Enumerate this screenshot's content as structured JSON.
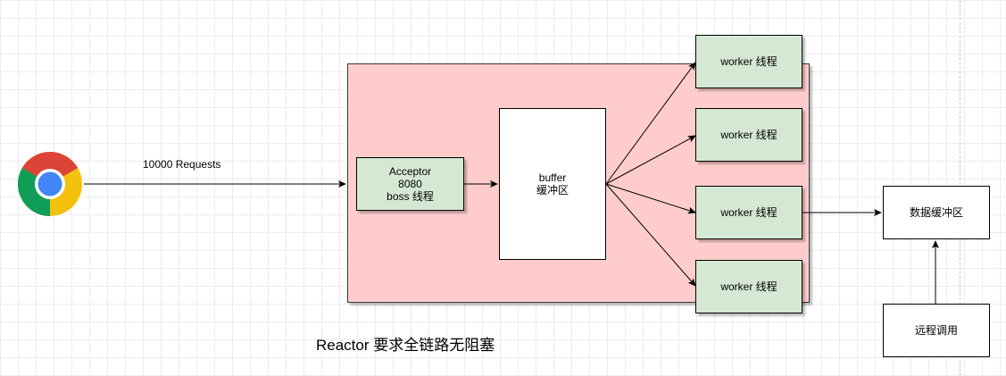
{
  "client": {
    "icon": "chrome-browser-icon",
    "request_label": "10000 Requests"
  },
  "acceptor": {
    "line1": "Acceptor",
    "line2": "8080",
    "line3": "boss 线程"
  },
  "buffer": {
    "line1": "buffer",
    "line2": "缓冲区"
  },
  "workers": [
    {
      "label": "worker 线程"
    },
    {
      "label": "worker 线程"
    },
    {
      "label": "worker 线程"
    },
    {
      "label": "worker 线程"
    }
  ],
  "data_buffer": {
    "label": "数据缓冲区"
  },
  "remote_call": {
    "label": "远程调用"
  },
  "caption": "Reactor 要求全链路无阻塞",
  "colors": {
    "container_fill": "#ffcccc",
    "node_fill": "#d5e8d4",
    "stroke": "#000000",
    "chrome_red": "#db4437",
    "chrome_yellow": "#f4c20d",
    "chrome_green": "#0f9d58",
    "chrome_blue": "#4285f4"
  }
}
